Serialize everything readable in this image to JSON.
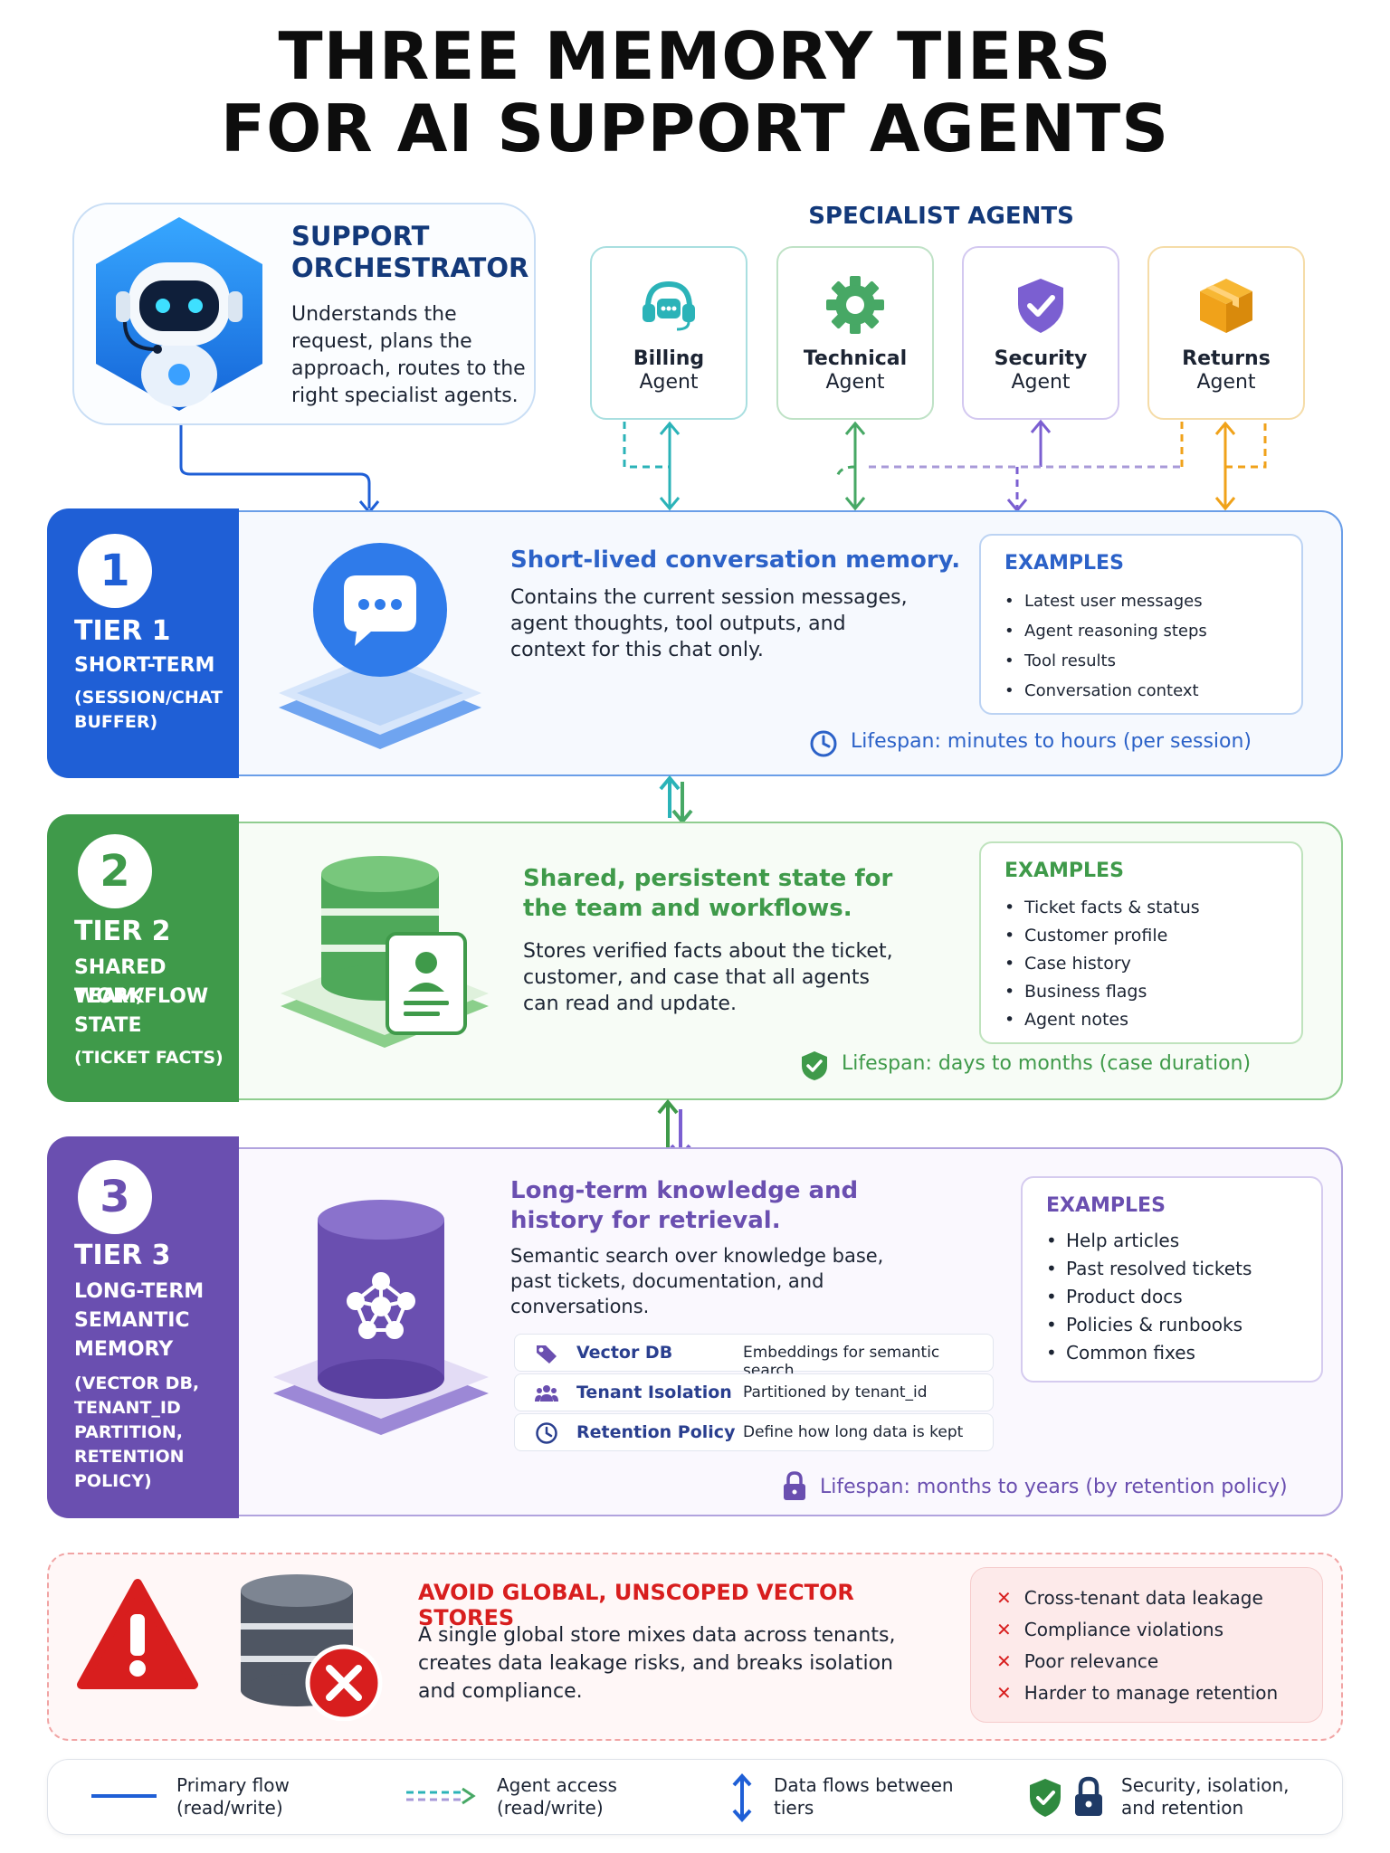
{
  "title": {
    "line1": "THREE MEMORY TIERS",
    "line2": "FOR AI SUPPORT AGENTS"
  },
  "orchestrator": {
    "title_line1": "SUPPORT",
    "title_line2": "ORCHESTRATOR",
    "description": "Understands the request, plans the approach, routes to the right specialist agents."
  },
  "specialists": {
    "title": "SPECIALIST AGENTS",
    "agents": [
      {
        "line1": "Billing",
        "line2": "Agent",
        "color": "#2bb3b8",
        "icon": "headset-icon"
      },
      {
        "line1": "Technical",
        "line2": "Agent",
        "color": "#47a865",
        "icon": "gear-icon"
      },
      {
        "line1": "Security",
        "line2": "Agent",
        "color": "#7b5fd1",
        "icon": "shield-check-icon"
      },
      {
        "line1": "Returns",
        "line2": "Agent",
        "color": "#f0a21a",
        "icon": "box-icon"
      }
    ]
  },
  "tier1": {
    "number": "1",
    "name": "TIER 1",
    "sub1": "SHORT-TERM",
    "sub2_line1": "(SESSION/CHAT",
    "sub2_line2": "BUFFER)",
    "heading": "Short-lived conversation memory.",
    "body": "Contains the current session messages, agent thoughts, tool outputs, and context for this chat only.",
    "examples_title": "EXAMPLES",
    "examples": [
      "Latest user messages",
      "Agent reasoning steps",
      "Tool results",
      "Conversation context"
    ],
    "lifespan": "Lifespan: minutes to hours (per session)",
    "color": "#1f5fd6"
  },
  "tier2": {
    "number": "2",
    "name": "TIER 2",
    "sub1_line1": "SHARED TEAM/",
    "sub1_line2": "WORKFLOW",
    "sub1_line3": "STATE",
    "sub2": "(TICKET FACTS)",
    "heading": "Shared, persistent state for the team and workflows.",
    "body": "Stores verified facts about the ticket, customer, and case that all agents can read and update.",
    "examples_title": "EXAMPLES",
    "examples": [
      "Ticket facts & status",
      "Customer profile",
      "Case history",
      "Business flags",
      "Agent notes"
    ],
    "lifespan": "Lifespan: days to months (case duration)",
    "color": "#3f9a4a"
  },
  "tier3": {
    "number": "3",
    "name": "TIER 3",
    "sub1_line1": "LONG-TERM",
    "sub1_line2": "SEMANTIC",
    "sub1_line3": "MEMORY",
    "sub2_line1": "(VECTOR DB,",
    "sub2_line2": "TENANT_ID",
    "sub2_line3": "PARTITION,",
    "sub2_line4": "RETENTION",
    "sub2_line5": "POLICY)",
    "heading": "Long-term knowledge and history for retrieval.",
    "body": "Semantic search over knowledge base, past tickets, documentation, and conversations.",
    "rows": [
      {
        "label": "Vector DB",
        "value": "Embeddings for semantic search",
        "icon": "tag-icon"
      },
      {
        "label": "Tenant Isolation",
        "value": "Partitioned by tenant_id",
        "icon": "users-icon"
      },
      {
        "label": "Retention Policy",
        "value": "Define how long data is kept",
        "icon": "clock-icon"
      }
    ],
    "examples_title": "EXAMPLES",
    "examples": [
      "Help articles",
      "Past resolved tickets",
      "Product docs",
      "Policies & runbooks",
      "Common fixes"
    ],
    "lifespan": "Lifespan: months to years (by retention policy)",
    "color": "#6a4fb0"
  },
  "warning": {
    "title": "AVOID GLOBAL, UNSCOPED VECTOR STORES",
    "body": "A single global store mixes data across tenants, creates data leakage risks, and breaks isolation and compliance.",
    "items": [
      "Cross-tenant data leakage",
      "Compliance violations",
      "Poor relevance",
      "Harder to manage retention"
    ],
    "x_mark": "✕"
  },
  "legend": {
    "primary_line1": "Primary flow",
    "primary_line2": "(read/write)",
    "agent_line1": "Agent access",
    "agent_line2": "(read/write)",
    "tiers_line1": "Data flows between",
    "tiers_line2": "tiers",
    "security_line1": "Security, isolation,",
    "security_line2": "and retention"
  }
}
